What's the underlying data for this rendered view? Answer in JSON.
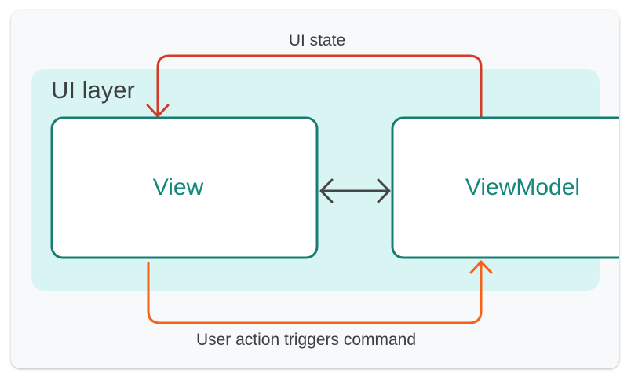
{
  "diagram": {
    "layer": {
      "label": "UI layer",
      "fill": "#d9f5f3"
    },
    "nodes": [
      {
        "id": "view",
        "label": "View"
      },
      {
        "id": "viewmodel",
        "label": "ViewModel"
      }
    ],
    "edges": [
      {
        "id": "ui-state",
        "from": "viewmodel",
        "to": "view",
        "label": "UI state",
        "color": "#d23c28"
      },
      {
        "id": "user-action",
        "from": "view",
        "to": "viewmodel",
        "label": "User action triggers command",
        "color": "#f5631a"
      },
      {
        "id": "bidirectional",
        "from": "view",
        "to": "viewmodel",
        "label": "",
        "color": "#444746"
      }
    ],
    "colors": {
      "node_border": "#177d72",
      "node_text": "#13877a",
      "node_fill": "#ffffff",
      "background": "#f8f9fa"
    }
  }
}
